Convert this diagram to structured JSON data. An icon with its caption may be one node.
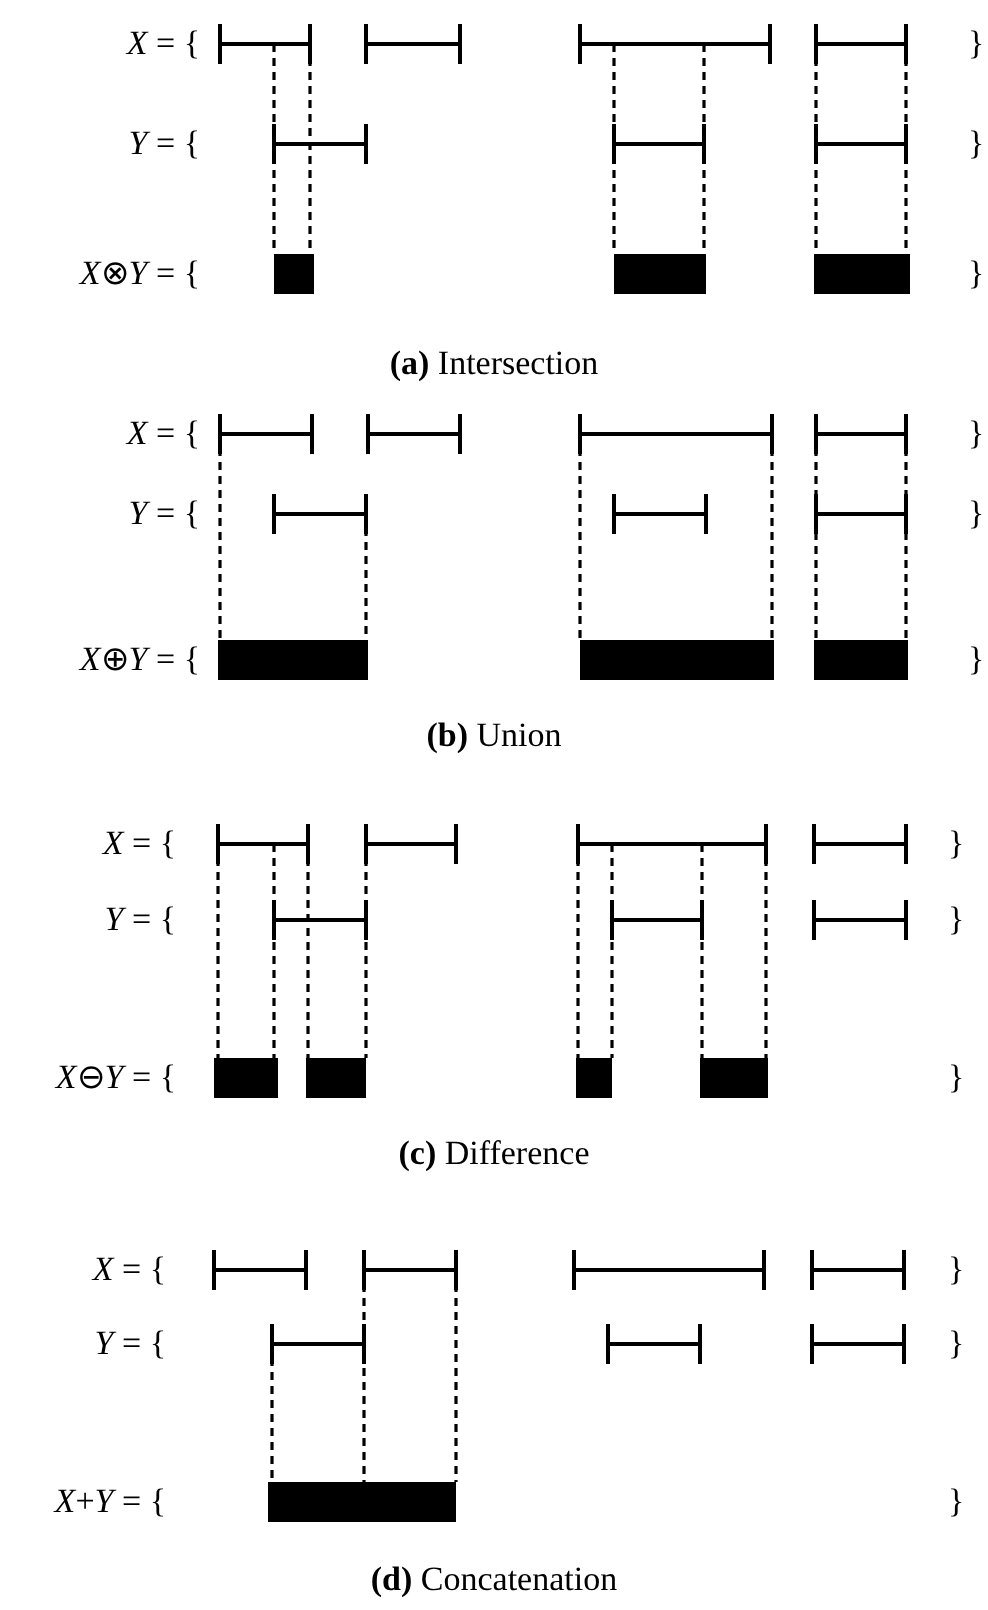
{
  "diagram": {
    "labels": [
      "*X* = {",
      "}",
      "*Y* = {",
      "}",
      "*X*⊗*Y* = {",
      "}",
      "**(a)** Intersection",
      "*X* = {",
      "}",
      "*Y* = {",
      "}",
      "*X*⊕*Y* = {",
      "}",
      "**(b)** Union",
      "*X* = {",
      "}",
      "*Y* = {",
      "}",
      "*X*⊖*Y* = {",
      "}",
      "**(c)** Difference",
      "*X* = {",
      "}",
      "*Y* = {",
      "}",
      "*X*+*Y* = {",
      "}",
      "**(d)** Concatenation"
    ]
  }
}
